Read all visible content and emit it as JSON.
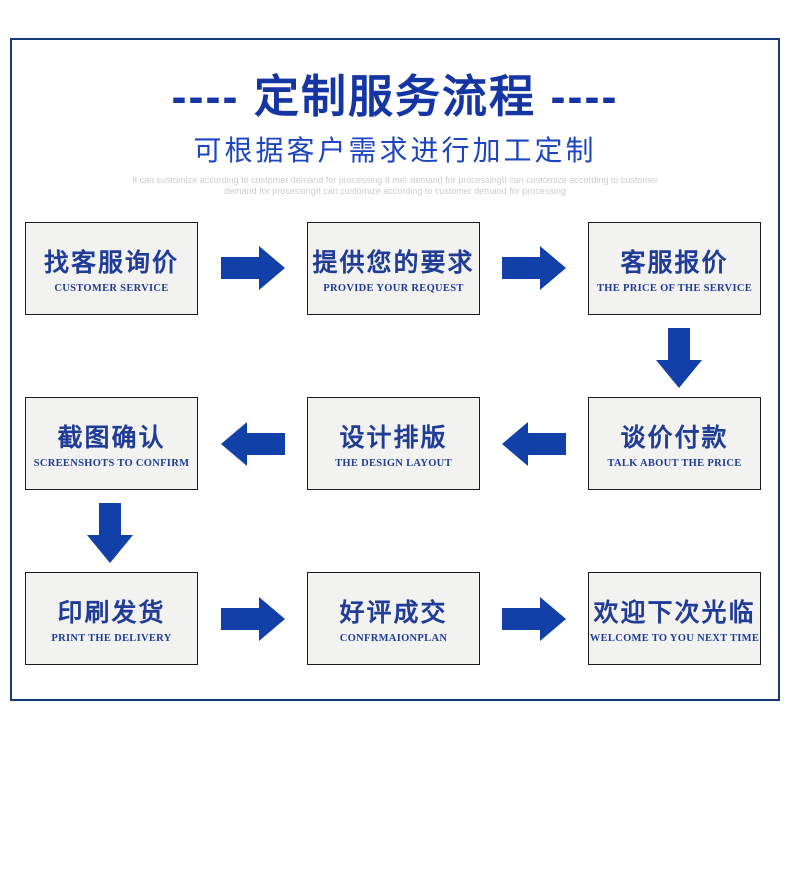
{
  "header": {
    "title": "---- 定制服务流程 ----",
    "subtitle": "可根据客户需求进行加工定制",
    "description_line1": "It can customize according to customer demand for processing It mer demand for processingIt can customize according to customer",
    "description_line2": "demand for processingIt can customize according to customer demand for processing"
  },
  "flow": {
    "steps": [
      {
        "title": "找客服询价",
        "subtitle": "CUSTOMER SERVICE"
      },
      {
        "title": "提供您的要求",
        "subtitle": "PROVIDE YOUR REQUEST"
      },
      {
        "title": "客服报价",
        "subtitle": "THE PRICE OF THE SERVICE"
      },
      {
        "title": "谈价付款",
        "subtitle": "TALK ABOUT THE PRICE"
      },
      {
        "title": "设计排版",
        "subtitle": "THE DESIGN LAYOUT"
      },
      {
        "title": "截图确认",
        "subtitle": "SCREENSHOTS TO CONFIRM"
      },
      {
        "title": "印刷发货",
        "subtitle": "PRINT THE DELIVERY"
      },
      {
        "title": "好评成交",
        "subtitle": "CONFRMAIONPLAN"
      },
      {
        "title": "欢迎下次光临",
        "subtitle": "WELCOME TO YOU NEXT TIME"
      }
    ]
  },
  "colors": {
    "title_blue": "#1535a5",
    "subtitle_blue": "#1d45c0",
    "arrow_blue": "#1140a8",
    "box_text": "#203c96",
    "box_bg": "#f2f2f1",
    "box_border": "#1b1b1b",
    "frame_border": "#16397d",
    "description_gray": "#cccccc"
  }
}
